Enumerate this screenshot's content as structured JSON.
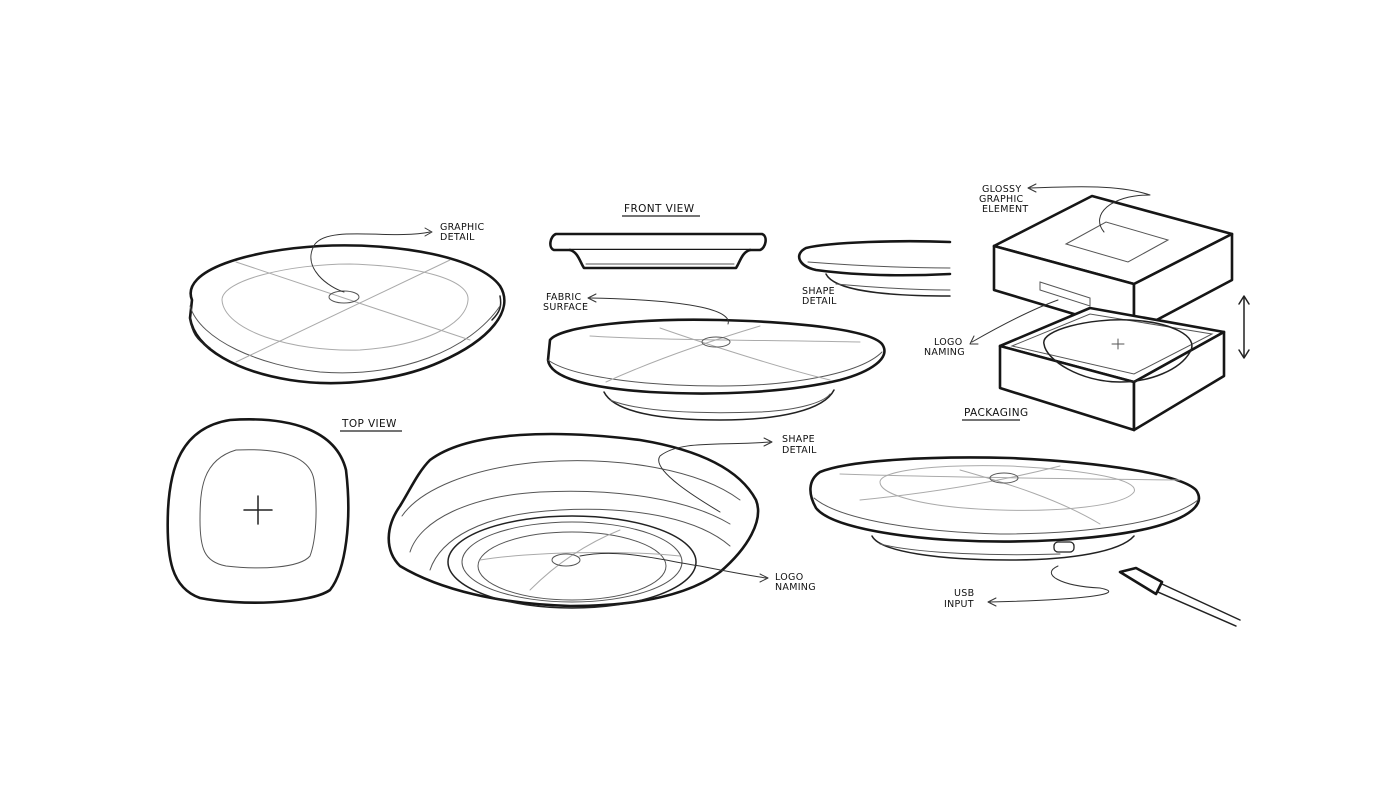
{
  "views": {
    "front_view": "FRONT VIEW",
    "top_view": "TOP VIEW",
    "packaging": "PACKAGING"
  },
  "callouts": {
    "graphic_detail": [
      "GRAPHIC",
      "DETAIL"
    ],
    "fabric_surface": [
      "FABRIC",
      "SURFACE"
    ],
    "shape_detail_small": [
      "SHAPE",
      "DETAIL"
    ],
    "glossy_graphic_element": [
      "GLOSSY",
      "GRAPHIC",
      "ELEMENT"
    ],
    "logo_naming_box": [
      "LOGO",
      "NAMING"
    ],
    "shape_detail_bottom": [
      "SHAPE",
      "DETAIL"
    ],
    "logo_naming_bottom": [
      "LOGO",
      "NAMING"
    ],
    "usb_input": [
      "USB",
      "INPUT"
    ]
  }
}
